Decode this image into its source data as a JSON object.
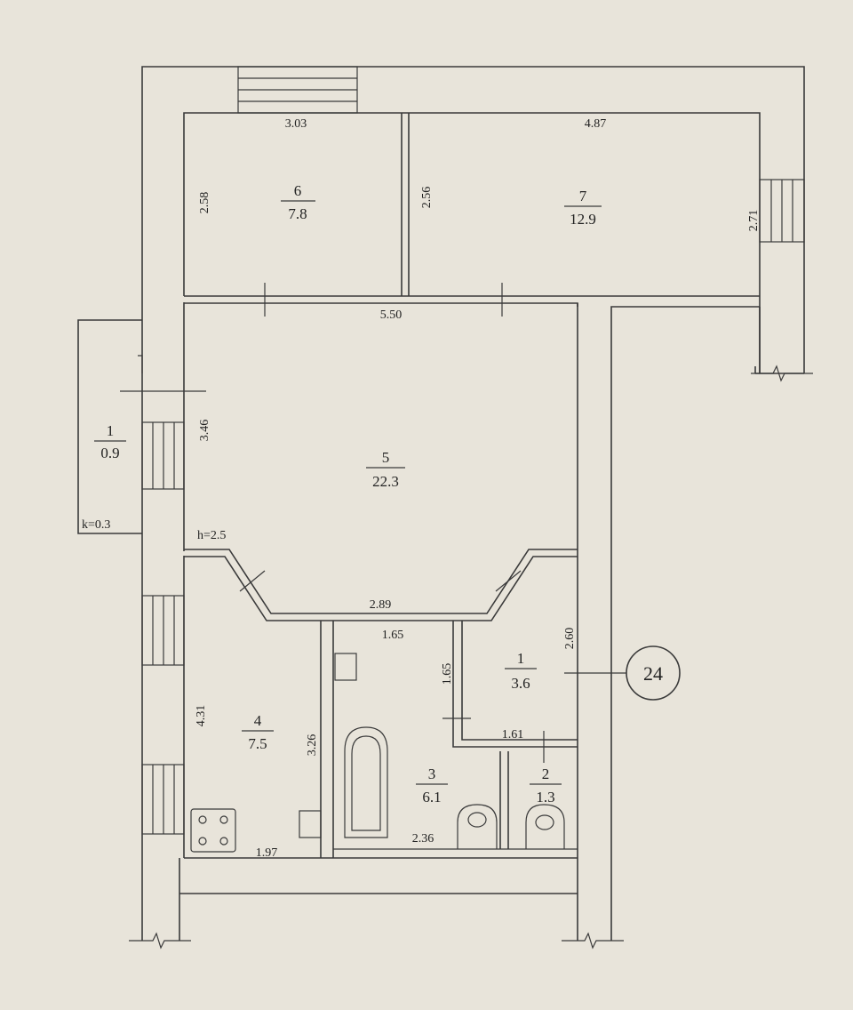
{
  "rooms": [
    {
      "number": "6",
      "area": "7.8"
    },
    {
      "number": "7",
      "area": "12.9"
    },
    {
      "number": "5",
      "area": "22.3"
    },
    {
      "number": "1",
      "area": "0.9"
    },
    {
      "number": "4",
      "area": "7.5"
    },
    {
      "number": "3",
      "area": "6.1"
    },
    {
      "number": "1",
      "area": "3.6"
    },
    {
      "number": "2",
      "area": "1.3"
    }
  ],
  "dimensions": [
    "3.03",
    "4.87",
    "2.58",
    "2.56",
    "2.71",
    "5.50",
    "3.46",
    "2.89",
    "1.65",
    "1.65",
    "2.60",
    "4.31",
    "3.26",
    "1.61",
    "1.97",
    "2.36"
  ],
  "notes": {
    "ceiling_height": "h=2.5",
    "balcony_coef": "k=0.3"
  },
  "apartment_number": "24"
}
